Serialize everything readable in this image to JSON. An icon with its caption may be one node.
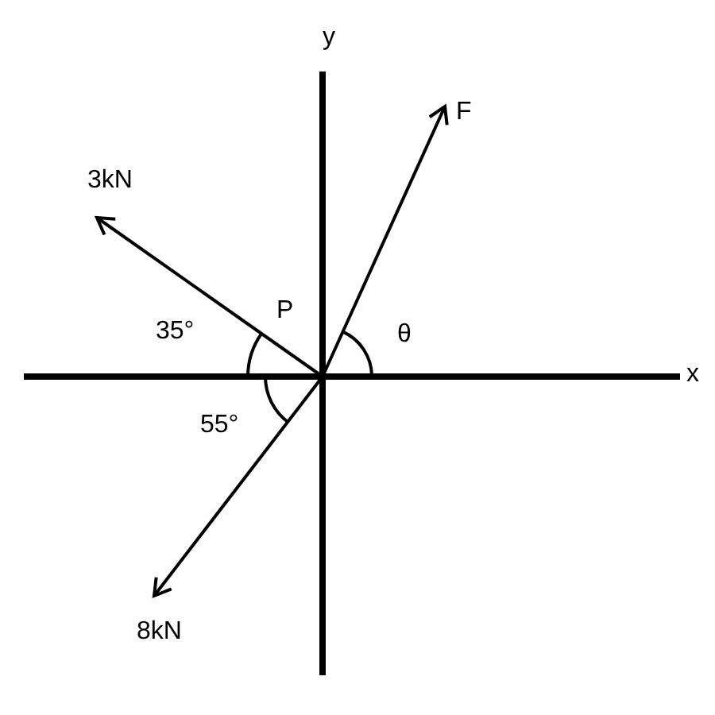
{
  "diagram": {
    "labels": [
      "y",
      "F",
      "3kN",
      "P",
      "35°",
      "θ",
      "x",
      "55°",
      "8kN"
    ]
  }
}
